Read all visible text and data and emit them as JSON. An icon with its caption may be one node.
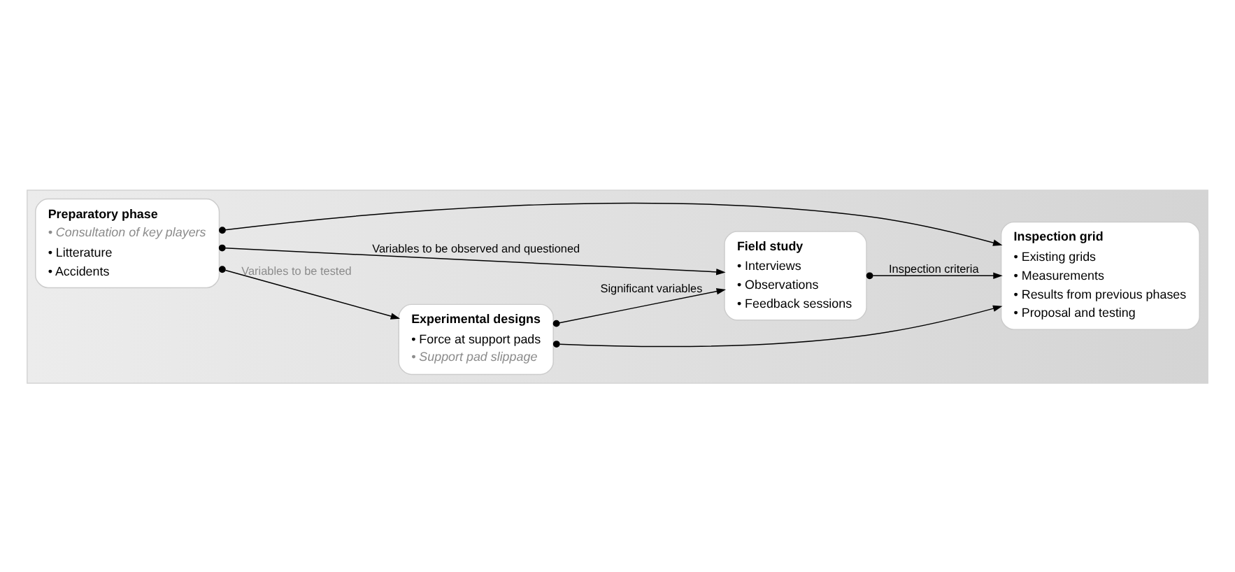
{
  "diagram": {
    "nodes": [
      {
        "text": [],
        "shape": "arrow"
      },
      {
        "text": [
          "Preparatory phase",
          "• Consultation of key players",
          "• Litterature",
          "• Accidents"
        ],
        "in": 0
      },
      {
        "text": [
          "Experimental designs",
          "• Force at support pads",
          "• Support pad slippage"
        ],
        "in": 0
      },
      {
        "text": [
          "Field study",
          "• Interviews",
          "• Observations",
          "• Feedback sessions"
        ],
        "in": 0
      },
      {
        "text": [
          "Inspection grid",
          "• Existing grids",
          "• Measurements",
          "• Results from previous phases",
          "• Proposal and testing"
        ],
        "in": 0
      }
    ],
    "edges": [
      {
        "from": 1,
        "to": 2,
        "arrow": "to",
        "label": "Variables to be tested"
      },
      {
        "from": 1,
        "to": 3,
        "arrow": "to",
        "label": "Variables to be observed and questioned"
      },
      {
        "from": 2,
        "to": 3,
        "arrow": "to",
        "label": "Significant variables"
      },
      {
        "from": 1,
        "to": 4,
        "arrow": "to"
      },
      {
        "from": 2,
        "to": 4,
        "arrow": "to"
      },
      {
        "from": 3,
        "to": 4,
        "arrow": "to",
        "label": "Inspection criteria"
      }
    ]
  }
}
